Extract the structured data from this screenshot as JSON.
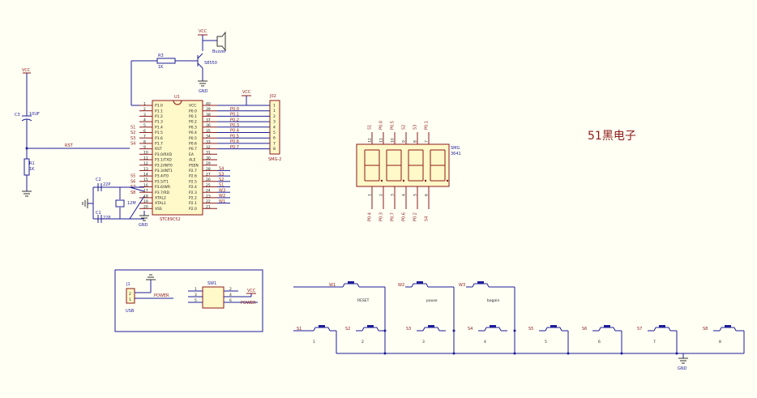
{
  "title": "51黑电子",
  "power": {
    "vcc": "VCC",
    "gnd": "GND"
  },
  "buzzer": {
    "ref": "Buzzer",
    "transistor": "S8550",
    "resistor_ref": "R3",
    "resistor_val": "1K"
  },
  "reset": {
    "cap_ref": "C3",
    "cap_val": "10UF",
    "res_ref": "R1",
    "res_val": "1K",
    "net": "RST"
  },
  "crystal": {
    "c1_ref": "C1",
    "c2_ref": "C2",
    "c_val": "22P",
    "xtal_val": "12M"
  },
  "mcu": {
    "ref": "U1",
    "part": "STC89C52",
    "left_pins": [
      {
        "num": "1",
        "name": "P1.0"
      },
      {
        "num": "2",
        "name": "P1.1"
      },
      {
        "num": "3",
        "name": "P1.2"
      },
      {
        "num": "4",
        "name": "P1.3"
      },
      {
        "num": "5",
        "name": "P1.4"
      },
      {
        "num": "6",
        "name": "P1.5"
      },
      {
        "num": "7",
        "name": "P1.6"
      },
      {
        "num": "8",
        "name": "P1.7"
      },
      {
        "num": "9",
        "name": "RST"
      },
      {
        "num": "10",
        "name": "P3.0/RXD"
      },
      {
        "num": "11",
        "name": "P3.1/TXD"
      },
      {
        "num": "12",
        "name": "P3.2/INT0"
      },
      {
        "num": "13",
        "name": "P3.3/INT1"
      },
      {
        "num": "14",
        "name": "P3.4/T0"
      },
      {
        "num": "15",
        "name": "P3.5/T1"
      },
      {
        "num": "16",
        "name": "P3.6/WR"
      },
      {
        "num": "17",
        "name": "P3.7/RD"
      },
      {
        "num": "18",
        "name": "XTAL2"
      },
      {
        "num": "19",
        "name": "XTAL1"
      },
      {
        "num": "20",
        "name": "VSS"
      }
    ],
    "right_pins": [
      {
        "num": "40",
        "name": "VCC"
      },
      {
        "num": "39",
        "name": "P0.0"
      },
      {
        "num": "38",
        "name": "P0.1"
      },
      {
        "num": "37",
        "name": "P0.2"
      },
      {
        "num": "36",
        "name": "P0.3"
      },
      {
        "num": "35",
        "name": "P0.4"
      },
      {
        "num": "34",
        "name": "P0.5"
      },
      {
        "num": "33",
        "name": "P0.6"
      },
      {
        "num": "32",
        "name": "P0.7"
      },
      {
        "num": "31",
        "name": "EA"
      },
      {
        "num": "30",
        "name": "ALE"
      },
      {
        "num": "29",
        "name": "PSEN"
      },
      {
        "num": "28",
        "name": "P2.7"
      },
      {
        "num": "27",
        "name": "P2.6"
      },
      {
        "num": "26",
        "name": "P2.5"
      },
      {
        "num": "25",
        "name": "P2.4"
      },
      {
        "num": "24",
        "name": "P2.3"
      },
      {
        "num": "23",
        "name": "P2.2"
      },
      {
        "num": "22",
        "name": "P2.1"
      },
      {
        "num": "21",
        "name": "P2.0"
      }
    ],
    "left_nets": [
      "",
      "",
      "",
      "",
      "S1",
      "S2",
      "S3",
      "S4",
      "RST",
      "",
      "",
      "",
      "",
      "S5",
      "S6",
      "S7",
      "S8",
      "",
      "",
      ""
    ],
    "right_nets": [
      "",
      "P0.0",
      "P0.1",
      "P0.2",
      "P0.3",
      "P0.4",
      "P0.5",
      "P0.6",
      "P0.7",
      "",
      "",
      "",
      "S4",
      "S3",
      "S2",
      "S1",
      "W3",
      "W2",
      "W1",
      ""
    ]
  },
  "header": {
    "ref": "J02",
    "name": "SMG-2",
    "pins": [
      "1",
      "2",
      "3",
      "4",
      "5",
      "6",
      "7",
      "8"
    ]
  },
  "display": {
    "ref": "SMG",
    "part": "3641",
    "top_labels": [
      "S1",
      "P0.0",
      "P0.5",
      "S2",
      "S3",
      "P0.1"
    ],
    "top_pins": [
      "12",
      "11",
      "10",
      "9",
      "8",
      "7"
    ],
    "bottom_labels": [
      "P0.4",
      "P0.3",
      "P0.7",
      "P0.6",
      "P0.2",
      "S4"
    ],
    "bottom_pins": [
      "1",
      "2",
      "3",
      "4",
      "5",
      "6"
    ]
  },
  "usb": {
    "ref": "J1",
    "name": "USB",
    "net": "POWER",
    "pins": [
      "2",
      "1"
    ]
  },
  "switch": {
    "ref": "SW1",
    "left_pins": [
      "1",
      "3",
      "5"
    ],
    "right_pins": [
      "2",
      "4",
      "6"
    ],
    "vcc": "VCC",
    "net": "POWER"
  },
  "row_buttons": [
    {
      "net": "W1",
      "label": "RESET"
    },
    {
      "net": "W2",
      "label": "pause"
    },
    {
      "net": "W3",
      "label": "bagain"
    }
  ],
  "col_buttons": [
    {
      "net": "S1",
      "label": "1"
    },
    {
      "net": "S2",
      "label": "2"
    },
    {
      "net": "S3",
      "label": "3"
    },
    {
      "net": "S4",
      "label": "4"
    },
    {
      "net": "S5",
      "label": "5"
    },
    {
      "net": "S6",
      "label": "6"
    },
    {
      "net": "S7",
      "label": "7"
    },
    {
      "net": "S8",
      "label": "8"
    }
  ]
}
